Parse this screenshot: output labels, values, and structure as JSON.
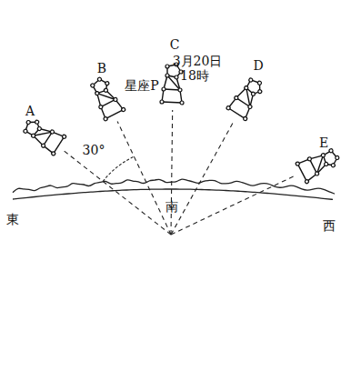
{
  "diagram": {
    "labels": [
      "A",
      "B",
      "C",
      "D",
      "E",
      "3月20日",
      "18時",
      "星座P",
      "30°",
      "東",
      "南",
      "西"
    ]
  }
}
